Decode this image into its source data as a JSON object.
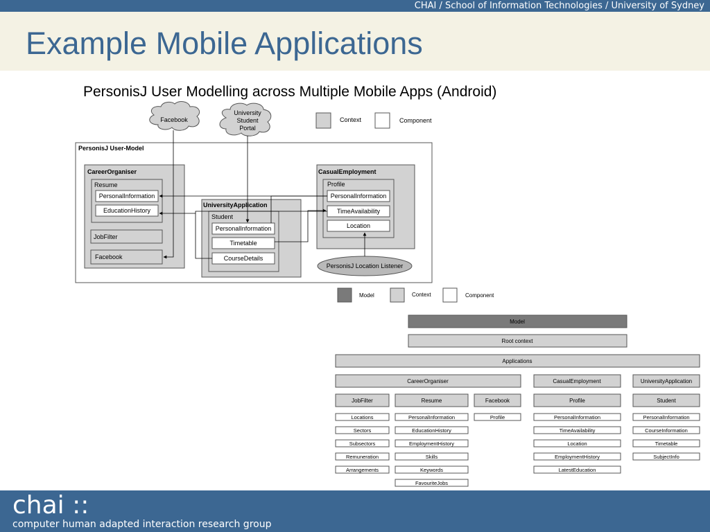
{
  "header": {
    "breadcrumb": "CHAI / School of Information Technologies / University of Sydney",
    "title": "Example Mobile Applications",
    "subtitle": "PersonisJ User Modelling across Multiple Mobile Apps (Android)"
  },
  "footer": {
    "logo": "chai ::",
    "tagline": "computer human adapted interaction research group"
  },
  "colors": {
    "bar": "#3c6792",
    "title_band": "#f4f2e4",
    "context": "#d2d2d2",
    "model": "#7a7a7a",
    "component": "#ffffff"
  },
  "diagram1": {
    "clouds": {
      "facebook": "Facebook",
      "portal": "University\nStudent\nPortal"
    },
    "legend": {
      "context": "Context",
      "component": "Component"
    },
    "outer_title": "PersonisJ User-Model",
    "career": {
      "title": "CareerOrganiser",
      "resume": "Resume",
      "personal_info": "PersonalInformation",
      "education": "EducationHistory",
      "jobfilter": "JobFilter",
      "facebook": "Facebook"
    },
    "university": {
      "title": "UniversityApplication",
      "student": "Student",
      "personal_info": "PersonalInformation",
      "timetable": "Timetable",
      "course": "CourseDetails"
    },
    "casual": {
      "title": "CasualEmployment",
      "profile": "Profile",
      "personal_info": "PersonalInformation",
      "time": "TimeAvailability",
      "location": "Location"
    },
    "listener": "PersonisJ Location Listener"
  },
  "diagram2": {
    "legend": {
      "model": "Model",
      "context": "Context",
      "component": "Component"
    },
    "model": "Model",
    "root": "Root context",
    "applications": "Applications",
    "career": {
      "title": "CareerOrganiser",
      "jobfilter": {
        "title": "JobFilter",
        "items": [
          "Locations",
          "Sectors",
          "Subsectors",
          "Remuneration",
          "Arrangements"
        ]
      },
      "resume": {
        "title": "Resume",
        "items": [
          "PersonalInformation",
          "EducationHistory",
          "EmploymentHistory",
          "Skills",
          "Keywords",
          "FavouriteJobs"
        ]
      },
      "facebook": {
        "title": "Facebook",
        "items": [
          "Profile"
        ]
      }
    },
    "casual": {
      "title": "CasualEmployment",
      "profile": {
        "title": "Profile",
        "items": [
          "PersonalInformation",
          "TimeAvailability",
          "Location",
          "EmploymentHistory",
          "LatestEducation"
        ]
      }
    },
    "university": {
      "title": "UniversityApplication",
      "student": {
        "title": "Student",
        "items": [
          "PersonalInformation",
          "CourseInformation",
          "Timetable",
          "SubjectInfo"
        ]
      }
    }
  }
}
